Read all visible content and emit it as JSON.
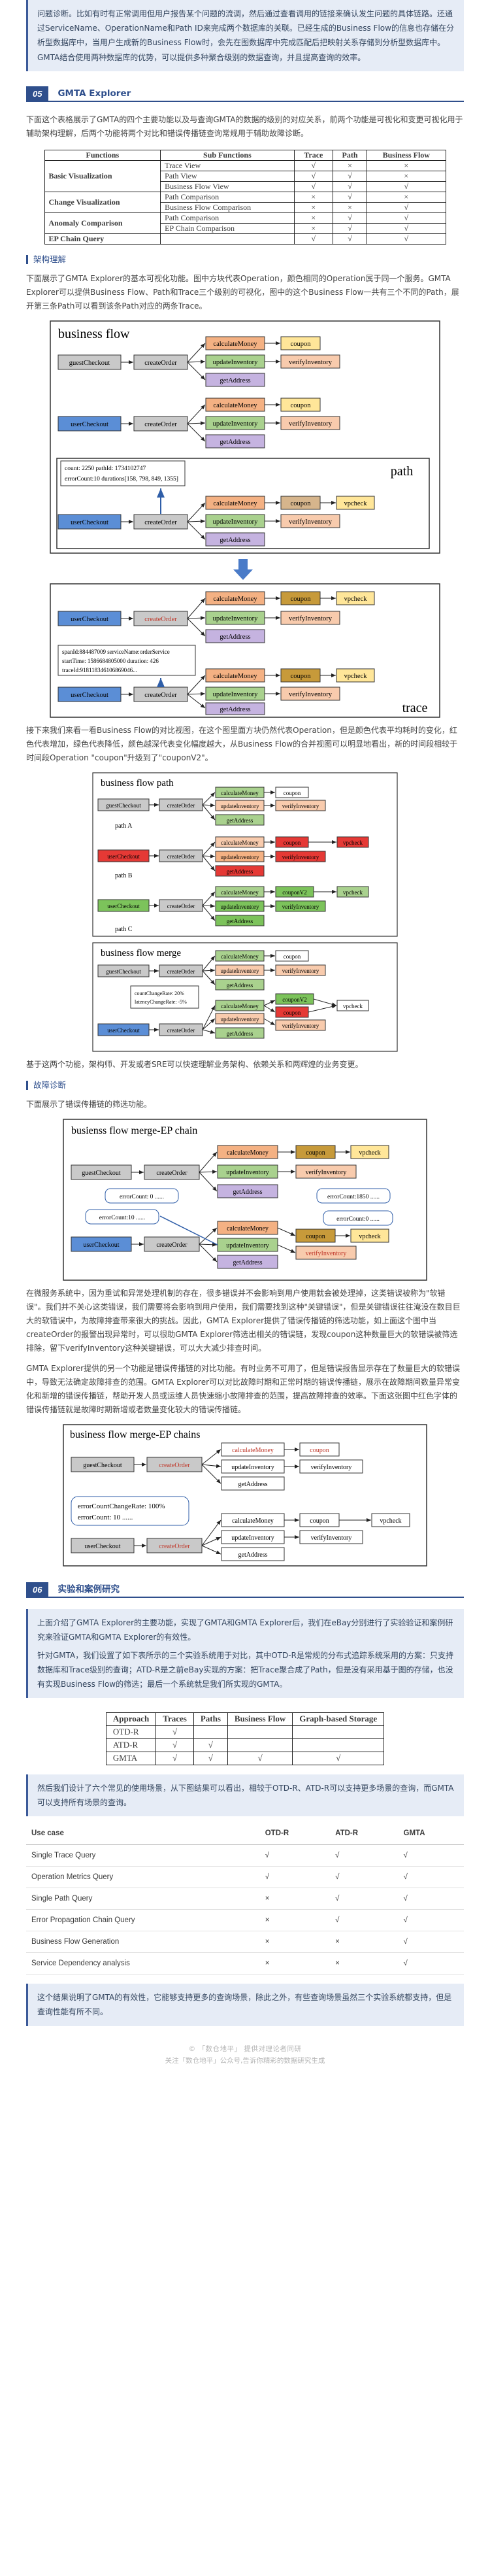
{
  "intro_callout": [
    "问题诊断。比如有时有正常调用但用户报告某个问题的流调，然后通过查看调用的链接来确认发生问题的具体链路。还通过ServiceName、OperationName和Path ID来完成两个数据库的关联。已经生成的Business Flow的信息也存储在分析型数据库中，当用户生成新的Business Flow时，会先在图数据库中完成匹配后把映射关系存储到分析型数据库中。GMTA结合使用两种数据库的优势，可以提供多种聚合级别的数据查询，并且提高查询的效率。"
  ],
  "section05": {
    "num": "05",
    "title": "GMTA Explorer"
  },
  "sec05_para": "下面这个表格展示了GMTA的四个主要功能以及与查询GMTA的数据的级别的对应关系，前两个功能是可视化和变更可视化用于辅助架构理解，后两个功能将两个对比和错误传播链查询常规用于辅助故障诊断。",
  "feature_table": {
    "headers": [
      "Functions",
      "Sub Functions",
      "Trace",
      "Path",
      "Business Flow"
    ],
    "groups": [
      {
        "name": "Basic Visualization",
        "rows": [
          {
            "sub": "Trace View",
            "v": [
              "√",
              "×",
              "×"
            ]
          },
          {
            "sub": "Path View",
            "v": [
              "√",
              "√",
              "×"
            ]
          },
          {
            "sub": "Business Flow View",
            "v": [
              "√",
              "√",
              "√"
            ]
          }
        ]
      },
      {
        "name": "Change Visualization",
        "rows": [
          {
            "sub": "Path Comparison",
            "v": [
              "×",
              "√",
              "×"
            ]
          },
          {
            "sub": "Business Flow Comparison",
            "v": [
              "×",
              "×",
              "√"
            ]
          }
        ]
      },
      {
        "name": "Anomaly Comparison",
        "rows": [
          {
            "sub": "Path Comparison",
            "v": [
              "×",
              "√",
              "√"
            ]
          },
          {
            "sub": "EP Chain Comparison",
            "v": [
              "×",
              "√",
              "√"
            ]
          }
        ]
      },
      {
        "name": "EP Chain Query",
        "rows": [
          {
            "sub": "",
            "v": [
              "√",
              "√",
              "√"
            ]
          }
        ]
      }
    ]
  },
  "arch_head": "架构理解",
  "arch_para": "下面展示了GMTA Explorer的基本可视化功能。图中方块代表Operation，颜色相同的Operation属于同一个服务。GMTA Explorer可以提供Business Flow、Path和Trace三个级别的可视化，图中的这个Business Flow一共有三个不同的Path，展开第三条Path可以看到该条Path对应的两条Trace。",
  "fig1": {
    "title_top": "business flow",
    "title_path": "path",
    "title_trace": "trace",
    "path_stats_1": "count: 2250  pathId: 1734102747",
    "path_stats_2": "errorCount:10  durations[158, 798, 849, 1355]",
    "trace_info_1": "spanId:884487009 serviceName:orderService",
    "trace_info_2": "startTime: 1586684805000 duration: 426",
    "trace_info_3": "traceId:918118346106869046...",
    "nodes": {
      "guestCheckout": "guestCheckout",
      "userCheckout": "userCheckout",
      "createOrder": "createOrder",
      "calculateMoney": "calculateMoney",
      "updateInventory": "updateInventory",
      "getAddress": "getAddress",
      "coupon": "coupon",
      "verifyInventory": "verifyInventory",
      "vpcheck": "vpcheck"
    }
  },
  "fig1_caption": "接下来我们来看一看Business Flow的对比视图，在这个图里面方块仍然代表Operation，但是颜色代表平均耗时的变化，红色代表增加，绿色代表降低，颜色越深代表变化幅度越大，从Business Flow的合并视图可以明显地看出，新的时间段相较于时间段Operation \"coupon\"升级到了\"couponV2\"。",
  "fig2": {
    "title_path": "business flow path",
    "path_a": "path A",
    "path_b": "path B",
    "path_c": "path C",
    "title_merge": "business flow merge",
    "merge_note_1": "countChangeRate: 20%",
    "merge_note_2": "latencyChangeRate: -5%",
    "couponV2": "couponV2"
  },
  "fig2_caption": "基于这两个功能，架构师、开发或者SRE可以快速理解业务架构、依赖关系和两辉煌的业务变更。",
  "diag_head": "故障诊断",
  "diag_para": "下面展示了错误传播链的筛选功能。",
  "fig3": {
    "title": "busienss flow merge-EP chain",
    "err_a": "errorCount: 0 ......",
    "err_b": "errorCount:10 ......",
    "err_c": "errorCount:1850 ......",
    "err_d": "errorCount:0 ......"
  },
  "fig3_para_1": "在微服务系统中，因为重试和异常处理机制的存在，很多错误并不会影响到用户使用就会被处理掉，这类错误被称为\"软错误\"。我们并不关心这类错误，我们需要将会影响到用户使用，我们需要找到这种\"关键错误\"，但是关键错误往往淹没在数目巨大的软错误中，为故障排查带来很大的挑战。因此，GMTA Explorer提供了错误传播链的筛选功能，如上面这个图中当createOrder的报警出现异常时，可以很助GMTA Explorer筛选出相关的错误链，发现coupon这种数量巨大的软错误被筛选排除，留下verifyInventory这种关键错误，可以大大减少排查时间。",
  "fig3_para_2": "GMTA Explorer提供的另一个功能是错误传播链的对比功能。有时业务不可用了，但是错误报告显示存在了数量巨大的软错误中，导致无法确定故障排查的范围。GMTA Explorer可以对比故障时期和正常时期的错误传播链，展示在故障期间数量异常变化和新增的错误传播链，帮助开发人员或运维人员快速缩小故障排查的范围，提高故障排查的效率。下面这张图中红色字体的错误传播链就是故障时期新增或者数量变化较大的错误传播链。",
  "fig4": {
    "title": "business flow merge-EP chains",
    "box_1": "errorCountChangeRate: 100%",
    "box_2": "errorCount: 10 ......"
  },
  "section06": {
    "num": "06",
    "title": "实验和案例研究"
  },
  "sec06_callout": [
    "上面介绍了GMTA Explorer的主要功能，实现了GMTA和GMTA Explorer后，我们在eBay分别进行了实验验证和案例研究来验证GMTA和GMTA Explorer的有效性。",
    "针对GMTA，我们设置了如下表所示的三个实验系统用于对比，其中OTD-R是常规的分布式追踪系统采用的方案：只支持数据库和Trace级别的查询；ATD-R是之前eBay实现的方案：把Trace聚合成了Path，但是没有采用基于图的存储，也没有实现Business Flow的筛选；最后一个系统就是我们所实现的GMTA。"
  ],
  "cmp_table": {
    "headers": [
      "Approach",
      "Traces",
      "Paths",
      "Business Flow",
      "Graph-based Storage"
    ],
    "rows": [
      [
        "OTD-R",
        "√",
        "",
        "",
        ""
      ],
      [
        "ATD-R",
        "√",
        "√",
        "",
        ""
      ],
      [
        "GMTA",
        "√",
        "√",
        "√",
        "√"
      ]
    ]
  },
  "uc_callout": "然后我们设计了六个常见的使用场景，从下图结果可以看出，相较于OTD-R、ATD-R可以支持更多场景的查询，而GMTA可以支持所有场景的查询。",
  "uc_table": {
    "headers": [
      "Use case",
      "OTD-R",
      "ATD-R",
      "GMTA"
    ],
    "rows": [
      [
        "Single Trace Query",
        "√",
        "√",
        "√"
      ],
      [
        "Operation Metrics Query",
        "√",
        "√",
        "√"
      ],
      [
        "Single Path Query",
        "×",
        "√",
        "√"
      ],
      [
        "Error Propagation Chain Query",
        "×",
        "√",
        "√"
      ],
      [
        "Business Flow Generation",
        "×",
        "×",
        "√"
      ],
      [
        "Service Dependency analysis",
        "×",
        "×",
        "√"
      ]
    ]
  },
  "final_callout": "这个结果说明了GMTA的有效性，它能够支持更多的查询场景，除此之外，有些查询场景虽然三个实验系统都支持，但是查询性能有所不同。",
  "footer": {
    "line1": "© 「数仓地平」 提供对理论者同研",
    "line2": "关注「数仓地平」公众号,告诉你精彩的数据研究生成"
  },
  "colors": {
    "accent": "#2f4f8c",
    "callout_bg": "#e6ecf6",
    "node_blue": "#5b8ed6",
    "node_gray": "#c9c9c9",
    "node_orange": "#f4b183",
    "node_green": "#a9d18e",
    "node_yellow": "#ffe699",
    "node_red": "#ff6b6b",
    "node_purple": "#c5b3e0",
    "node_tan": "#d6b58c"
  }
}
